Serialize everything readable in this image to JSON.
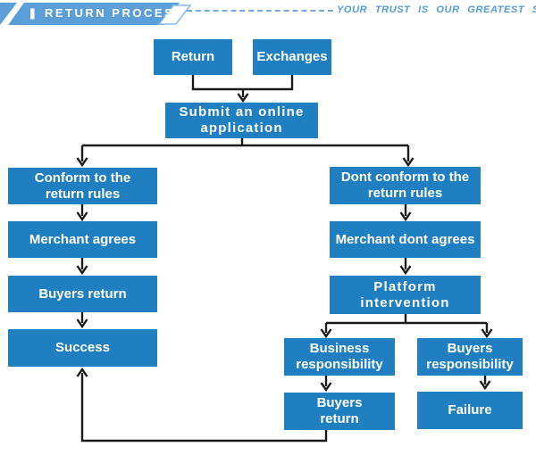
{
  "header": {
    "title": "RETURN PROCESS",
    "slogan": "YOUR TRUST IS OUR GREATEST SUPPORT",
    "banner_color": "#5b9ed8",
    "slogan_color": "#549bd5"
  },
  "colors": {
    "node_fill": "#1f7fc1",
    "node_text": "#ffffff",
    "connector": "#1b1b1b",
    "dashed_rule": "#74a9dc"
  },
  "nodes": {
    "return": {
      "label": "Return"
    },
    "exchanges": {
      "label": "Exchanges"
    },
    "submit": {
      "label": "Submit an online application"
    },
    "conform": {
      "label": "Conform to the return rules"
    },
    "merchant_agrees": {
      "label": "Merchant agrees"
    },
    "buyers_return": {
      "label": "Buyers return"
    },
    "success": {
      "label": "Success"
    },
    "dont_conform": {
      "label": "Dont conform to the return rules"
    },
    "merchant_dont_agrees": {
      "label": "Merchant dont agrees"
    },
    "platform": {
      "label": "Platform intervention"
    },
    "business_resp": {
      "label": "Business responsibility"
    },
    "buyers_resp": {
      "label": "Buyers responsibility"
    },
    "buyers_return2": {
      "label": "Buyers return"
    },
    "failure": {
      "label": "Failure"
    }
  },
  "edges": [
    {
      "from": "return",
      "to": "submit"
    },
    {
      "from": "exchanges",
      "to": "submit"
    },
    {
      "from": "submit",
      "to": "conform"
    },
    {
      "from": "submit",
      "to": "dont_conform"
    },
    {
      "from": "conform",
      "to": "merchant_agrees"
    },
    {
      "from": "merchant_agrees",
      "to": "buyers_return"
    },
    {
      "from": "buyers_return",
      "to": "success"
    },
    {
      "from": "dont_conform",
      "to": "merchant_dont_agrees"
    },
    {
      "from": "merchant_dont_agrees",
      "to": "platform"
    },
    {
      "from": "platform",
      "to": "business_resp"
    },
    {
      "from": "platform",
      "to": "buyers_resp"
    },
    {
      "from": "business_resp",
      "to": "buyers_return2"
    },
    {
      "from": "buyers_resp",
      "to": "failure"
    },
    {
      "from": "buyers_return2",
      "to": "success"
    }
  ]
}
